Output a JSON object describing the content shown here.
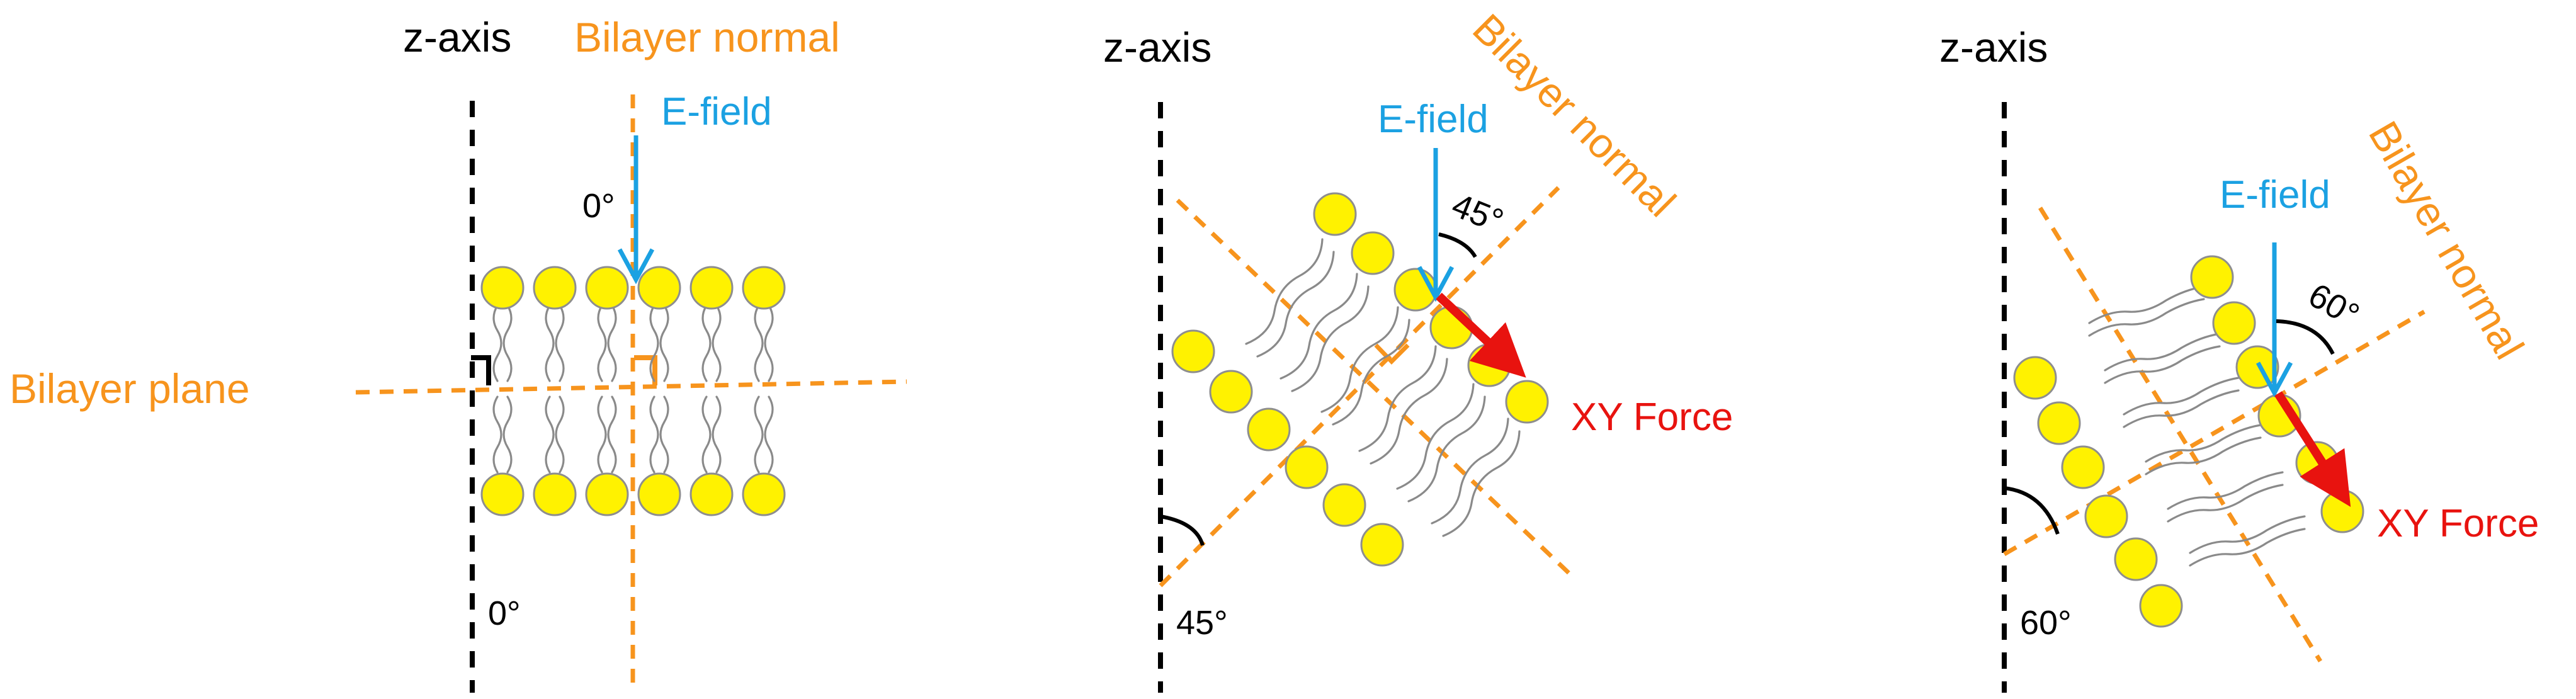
{
  "colors": {
    "zaxis": "#000000",
    "bilayer": "#F7941D",
    "efield": "#1BA1E2",
    "force": "#E8130F",
    "lipid_head": "#FFF200",
    "lipid_tail": "#8a8a8a",
    "angle_text": "#000000"
  },
  "panels": [
    {
      "tilt_deg": 0,
      "zaxis_label": "z-axis",
      "normal_label": "Bilayer normal",
      "efield_label": "E-field",
      "plane_label": "Bilayer plane",
      "angle_efield_label": "0°",
      "angle_zaxis_label": "0°",
      "force_label": ""
    },
    {
      "tilt_deg": 45,
      "zaxis_label": "z-axis",
      "normal_label": "Bilayer normal",
      "efield_label": "E-field",
      "plane_label": "",
      "angle_efield_label": "45°",
      "angle_zaxis_label": "45°",
      "force_label": "XY Force"
    },
    {
      "tilt_deg": 60,
      "zaxis_label": "z-axis",
      "normal_label": "Bilayer normal",
      "efield_label": "E-field",
      "plane_label": "",
      "angle_efield_label": "60°",
      "angle_zaxis_label": "60°",
      "force_label": "XY Force"
    }
  ]
}
